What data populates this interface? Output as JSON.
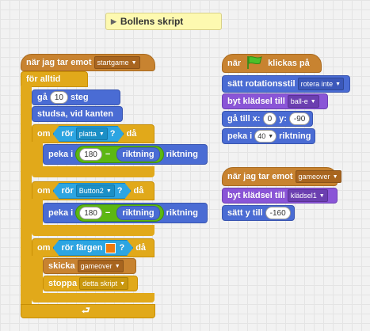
{
  "comment": {
    "title": "Bollens skript"
  },
  "script1": {
    "hat_label": "när jag tar emot",
    "hat_message": "startgame",
    "forever_label": "för alltid",
    "move_label": "gå",
    "move_steps": "10",
    "move_unit": "steg",
    "bounce_label": "studsa, vid kanten",
    "if1": {
      "if_label": "om",
      "then_label": "då",
      "touching_label": "rör",
      "touching_target": "platta",
      "question": "?",
      "point_label": "peka i",
      "num": "180",
      "minus": "−",
      "dir_reporter": "riktning",
      "suffix": "riktning"
    },
    "if2": {
      "if_label": "om",
      "then_label": "då",
      "touching_label": "rör",
      "touching_target": "Button2",
      "question": "?",
      "point_label": "peka i",
      "num": "180",
      "minus": "−",
      "dir_reporter": "riktning",
      "suffix": "riktning"
    },
    "if3": {
      "if_label": "om",
      "then_label": "då",
      "color_label": "rör färgen",
      "question": "?",
      "broadcast_label": "skicka",
      "broadcast_msg": "gameover",
      "stop_label": "stoppa",
      "stop_option": "detta skript"
    }
  },
  "script2": {
    "hat_pre": "när",
    "hat_post": "klickas på",
    "rotation_label": "sätt rotationsstil",
    "rotation_value": "rotera inte",
    "costume_label": "byt klädsel till",
    "costume_value": "ball-e",
    "goto_label": "gå till x:",
    "goto_x": "0",
    "goto_y_label": "y:",
    "goto_y": "-90",
    "point_label": "peka i",
    "point_value": "40",
    "point_suffix": "riktning"
  },
  "script3": {
    "hat_label": "när jag tar emot",
    "hat_message": "gameover",
    "costume_label": "byt klädsel till",
    "costume_value": "klädsel1",
    "sety_label": "sätt y till",
    "sety_value": "-160"
  },
  "colors": {
    "control": "#e1a91a",
    "motion": "#4a6cd4",
    "events": "#c88330",
    "looks": "#8a55d7",
    "sensing": "#2ca5e2",
    "operators": "#5cb712",
    "touch_color": "#f07a0f"
  }
}
